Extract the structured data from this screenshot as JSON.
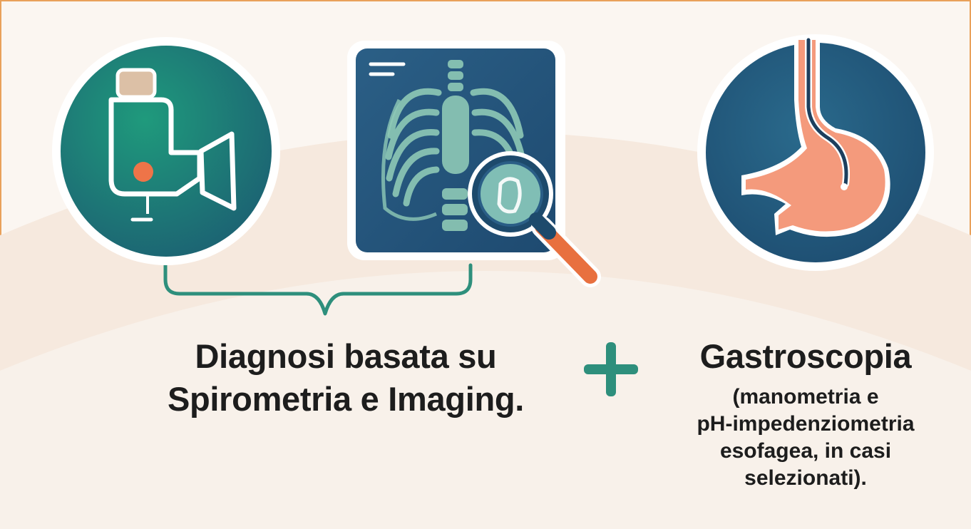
{
  "left_label": {
    "line1": "Diagnosi basata su",
    "line2": "Spirometria e Imaging."
  },
  "right_label": {
    "title": "Gastroscopia",
    "detail_line1": "(manometria e",
    "detail_line2": "pH-impedenziometria",
    "detail_line3": "esofagea, in casi",
    "detail_line4": "selezionati)."
  },
  "icons": {
    "left": "inhaler-icon",
    "middle": "chest-xray-magnifier-icon",
    "right": "stomach-endoscope-icon",
    "connector": "plus-icon"
  },
  "colors": {
    "teal": "#1f8f78",
    "navy": "#1f4f74",
    "coral": "#f08a6a",
    "orange": "#e8703f",
    "border": "#e9a15a"
  }
}
